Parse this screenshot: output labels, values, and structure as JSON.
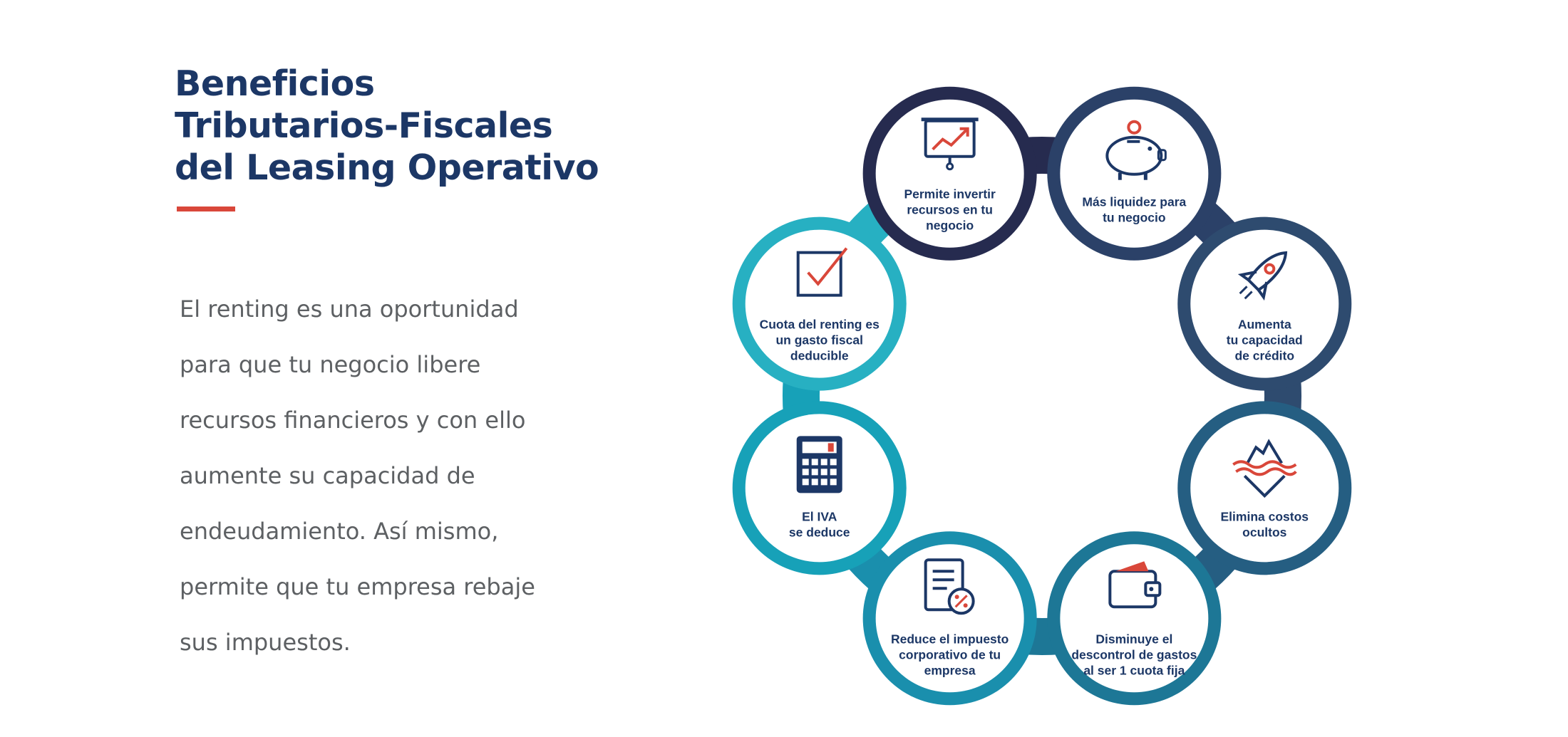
{
  "heading": {
    "lines": [
      "Beneficios",
      "Tributarios-Fiscales",
      "del Leasing Operativo"
    ]
  },
  "body": {
    "lines": [
      "El renting es una oportunidad",
      "para que tu negocio libere",
      "recursos financieros y con ello",
      "aumente su capacidad de",
      "endeudamiento. Así mismo,",
      "permite que tu empresa rebaje",
      "sus impuestos."
    ]
  },
  "colors": {
    "title": "#1c3766",
    "accent": "#d9473a",
    "body": "#5d6063",
    "icon_red": "#d9473a",
    "icon_navy": "#1c3766"
  },
  "cycle": {
    "nodes": [
      {
        "icon": "presentation-chart-icon",
        "color": "#262b4f",
        "label": [
          "Permite invertir",
          "recursos en tu",
          "negocio"
        ]
      },
      {
        "icon": "piggy-bank-icon",
        "color": "#2b4168",
        "label": [
          "Más liquidez para",
          "tu negocio"
        ]
      },
      {
        "icon": "rocket-icon",
        "color": "#2e4b6f",
        "label": [
          "Aumenta",
          "tu capacidad",
          "de crédito"
        ]
      },
      {
        "icon": "iceberg-icon",
        "color": "#255e82",
        "label": [
          "Elimina costos",
          "ocultos"
        ]
      },
      {
        "icon": "wallet-icon",
        "color": "#1d7796",
        "label": [
          "Disminuye el",
          "descontrol de gastos",
          "al ser 1 cuota fija"
        ]
      },
      {
        "icon": "document-percent-icon",
        "color": "#1a8fad",
        "label": [
          "Reduce el impuesto",
          "corporativo de tu",
          "empresa"
        ]
      },
      {
        "icon": "calculator-icon",
        "color": "#17a1b8",
        "label": [
          "El IVA",
          "se deduce"
        ]
      },
      {
        "icon": "checkbox-icon",
        "color": "#27b0c2",
        "label": [
          "Cuota del renting es",
          "un gasto fiscal",
          "deducible"
        ]
      }
    ]
  }
}
